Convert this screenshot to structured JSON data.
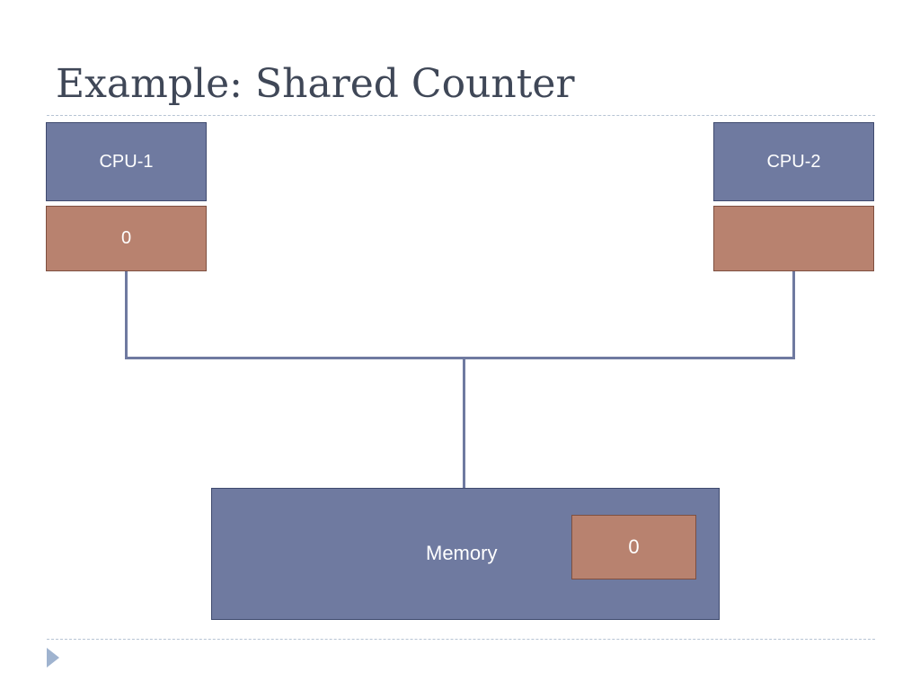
{
  "slide": {
    "title": "Example: Shared Counter"
  },
  "diagram": {
    "cpu1": {
      "label": "CPU-1",
      "cache_value": "0"
    },
    "cpu2": {
      "label": "CPU-2",
      "cache_value": ""
    },
    "memory": {
      "label": "Memory",
      "value": "0"
    }
  },
  "colors": {
    "cpu_fill": "#6f7aa0",
    "cache_fill": "#b8826f",
    "memory_fill": "#6f7aa0",
    "wire": "#6f7aa0",
    "title_text": "#3f4757"
  }
}
